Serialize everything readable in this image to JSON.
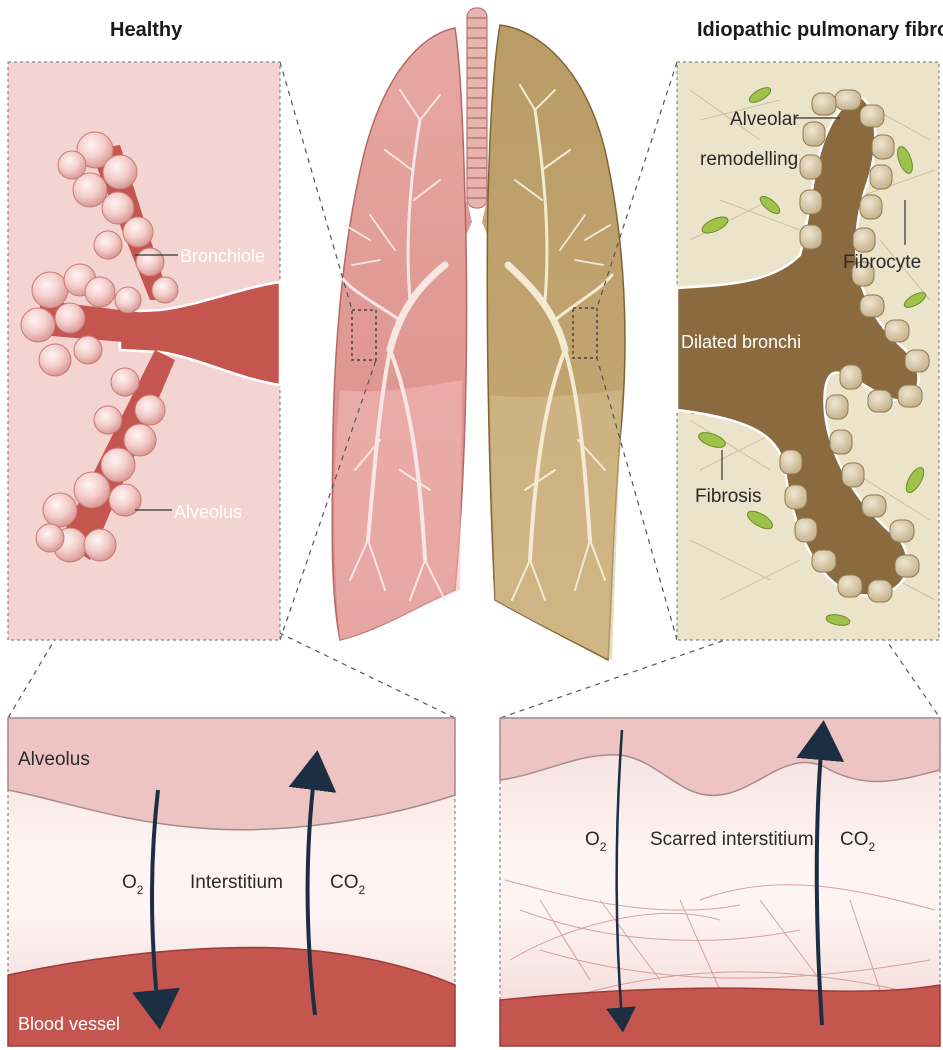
{
  "titles": {
    "healthy": "Healthy",
    "fibrosis": "Idiopathic pulmonary fibrosis"
  },
  "healthy_panel": {
    "bronchiole": "Bronchiole",
    "alveolus": "Alveolus"
  },
  "fibrosis_panel": {
    "alveolar_remodelling_line1": "Alveolar",
    "alveolar_remodelling_line2": "remodelling",
    "fibrocyte": "Fibrocyte",
    "dilated_bronchi": "Dilated bronchi",
    "fibrosis": "Fibrosis"
  },
  "healthy_detail": {
    "alveolus": "Alveolus",
    "interstitium": "Interstitium",
    "blood_vessel": "Blood vessel",
    "o2": "O",
    "o2_sub": "2",
    "co2": "CO",
    "co2_sub": "2"
  },
  "fibrosis_detail": {
    "scarred_interstitium": "Scarred interstitium",
    "o2": "O",
    "o2_sub": "2",
    "co2": "CO",
    "co2_sub": "2"
  },
  "colors": {
    "healthy_lung": "#d98a86",
    "fibrotic_lung": "#b89a5e",
    "alveolus_pink": "#f1c6c3",
    "blood_red": "#c4554f",
    "bronchi_brown": "#8a6a3e",
    "arrow_navy": "#1c2e42",
    "fibrocyte_green": "#9fc24a"
  }
}
